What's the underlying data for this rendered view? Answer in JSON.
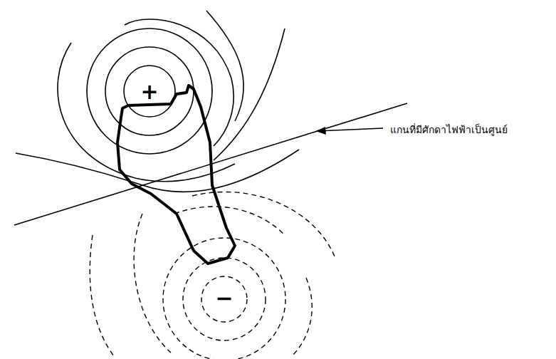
{
  "diagram": {
    "labels": [
      "+",
      "−",
      "แกนที่มีศักดาไฟฟ้าเป็นศูนย์"
    ]
  }
}
